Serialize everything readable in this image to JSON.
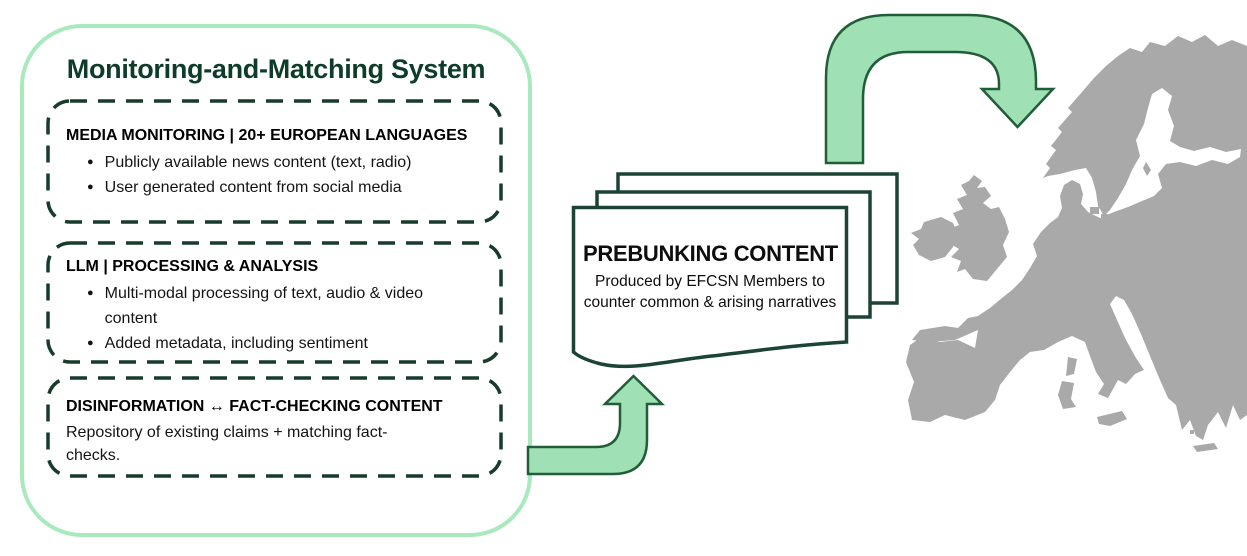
{
  "colors": {
    "container_border": "#a8e9bd",
    "arrow_fill": "#a0e0b5",
    "arrow_stroke": "#215e38",
    "dash_border": "#173c2b",
    "title_green": "#0e3c2b",
    "page_border": "#1b4434",
    "map_gray": "#a9a9a9",
    "text_black": "#141414"
  },
  "icons": {
    "bullet": "●"
  },
  "system": {
    "title": "Monitoring-and-Matching System",
    "boxes": [
      {
        "heading": "MEDIA MONITORING | 20+ EUROPEAN LANGUAGES",
        "items": [
          "Publicly available news content (text, radio)",
          "User generated content from social media"
        ]
      },
      {
        "heading": "LLM | PROCESSING & ANALYSIS",
        "items": [
          "Multi-modal processing of text,  audio & video content",
          "Added metadata, including sentiment"
        ]
      },
      {
        "heading": "DISINFORMATION ↔ FACT-CHECKING CONTENT",
        "body": "Repository of existing claims + matching fact-checks."
      }
    ]
  },
  "prebunking": {
    "title": "PREBUNKING CONTENT",
    "subtitle": "Produced by EFCSN Members to counter common & arising narratives"
  }
}
